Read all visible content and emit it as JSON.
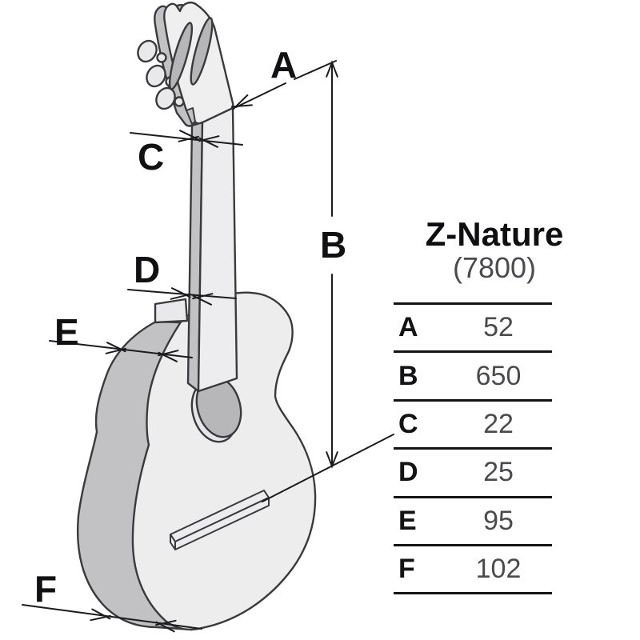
{
  "diagram": {
    "dimension_labels": [
      "A",
      "B",
      "C",
      "D",
      "E",
      "F"
    ],
    "subject": "classical-guitar-measurement-diagram"
  },
  "table": {
    "title": "Z-Nature",
    "subtitle": "(7800)",
    "rows": [
      {
        "label": "A",
        "value": "52"
      },
      {
        "label": "B",
        "value": "650"
      },
      {
        "label": "C",
        "value": "22"
      },
      {
        "label": "D",
        "value": "25"
      },
      {
        "label": "E",
        "value": "95"
      },
      {
        "label": "F",
        "value": "102"
      }
    ]
  },
  "colors": {
    "outline": "#3a3a3d",
    "body_top": "#ededee",
    "body_side": "#c2c2c5",
    "sound_hole": "#b7b7ba",
    "dimension_line": "#1c1c1e",
    "text_dark": "#131316",
    "text_gray": "#4b4b4e"
  }
}
